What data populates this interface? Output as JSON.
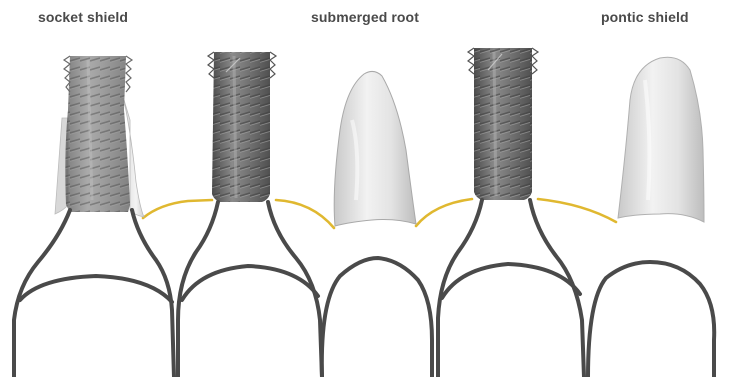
{
  "labels": {
    "socket_shield": "socket shield",
    "submerged_root": "submerged root",
    "pontic_shield": "pontic shield"
  },
  "colors": {
    "implant": "#6f6f6f",
    "implant_dark": "#4f4f4f",
    "root_fragment": "#e6e6e6",
    "outline": "#4a4a4a",
    "gingiva_line": "#e0b830"
  },
  "icons": [
    "implant-icon",
    "root-fragment-icon"
  ]
}
